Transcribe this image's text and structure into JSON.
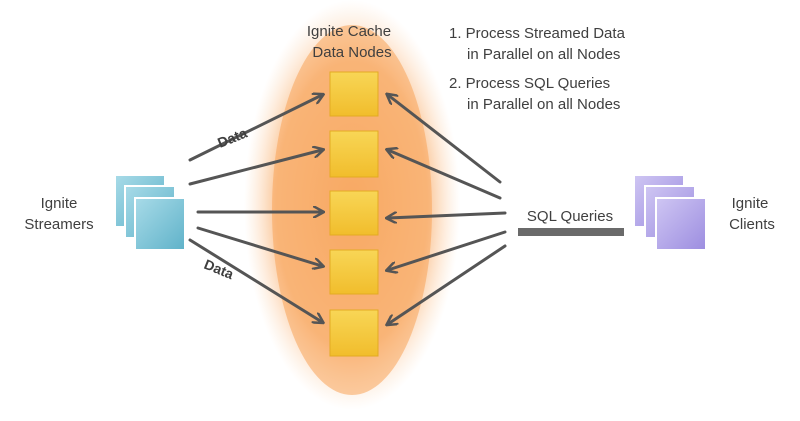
{
  "cache": {
    "title_line1": "Ignite Cache",
    "title_line2": "Data Nodes"
  },
  "steps": {
    "step1_line1": "1. Process Streamed Data",
    "step1_line2": "in Parallel on all Nodes",
    "step2_line1": "2. Process SQL Queries",
    "step2_line2": "in Parallel on all Nodes"
  },
  "streamers": {
    "label_line1": "Ignite",
    "label_line2": "Streamers"
  },
  "clients": {
    "label_line1": "Ignite",
    "label_line2": "Clients"
  },
  "flows": {
    "data_label_top": "Data",
    "data_label_bottom": "Data",
    "sql_label": "SQL Queries"
  },
  "colors": {
    "cache_glow": "#f9a460",
    "node_fill": "#f5c842",
    "streamer_fill": "#7ec6d9",
    "client_fill": "#b4a8e8",
    "arrow": "#555555"
  }
}
